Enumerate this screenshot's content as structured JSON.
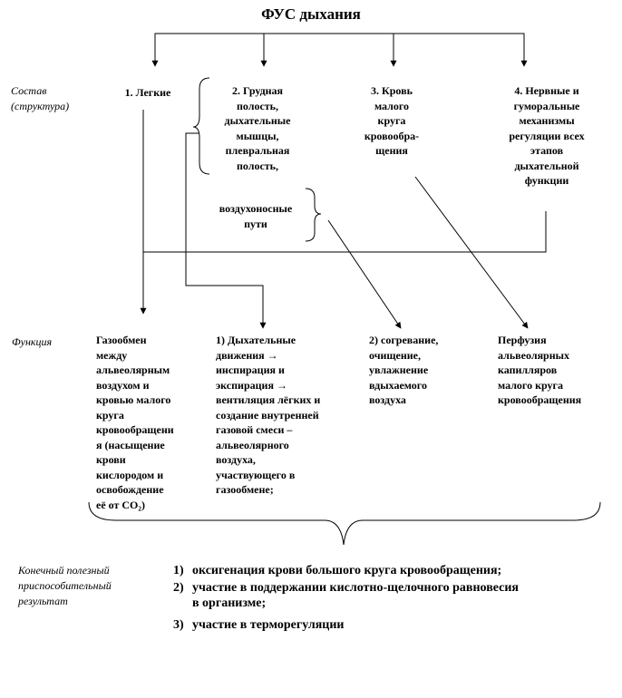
{
  "title": "ФУС дыхания",
  "labels": {
    "composition": "Состав\n(структура)",
    "function": "Функция",
    "result": "Конечный полезный\nприспособительный\nрезультат"
  },
  "components": [
    "1. Легкие",
    "2. Грудная\nполость,\nдыхательные\nмышцы,\nплевральная\nполость,",
    "3. Кровь\nмалого\nкруга\nкровообра-\nщения",
    "4. Нервные и\nгуморальные\nмеханизмы\nрегуляции всех\nэтапов\nдыхательной\nфункции"
  ],
  "airways": "воздухоносные\nпути",
  "functions": [
    "Газообмен\nмежду\nальвеолярным\nвоздухом и\nкровью малого\nкруга\nкровообращени\nя (насыщение\nкрови\nкислородом и\nосвобождение\neё от CO₂)",
    "1) Дыхательные\nдвижения →\nинспирация и\nэкспирация →\nвентиляция лёгких и\nсоздание внутренней\nгазовой смеси –\nальвеолярного\nвоздуха,\nучаствующего в\nгазообмене;",
    "2) согревание,\nочищение,\nувлажнение\nвдыхаемого\nвоздуха",
    "Перфузия\nальвеолярных\nкапилляров\nмалого круга\nкровообращения"
  ],
  "results": [
    {
      "num": "1)",
      "text": "оксигенация крови большого круга кровообращения;"
    },
    {
      "num": "2)",
      "text": "участие в поддержании кислотно-щелочного равновесия\nв организме;"
    },
    {
      "num": "3)",
      "text": "участие в терморегуляции"
    }
  ]
}
